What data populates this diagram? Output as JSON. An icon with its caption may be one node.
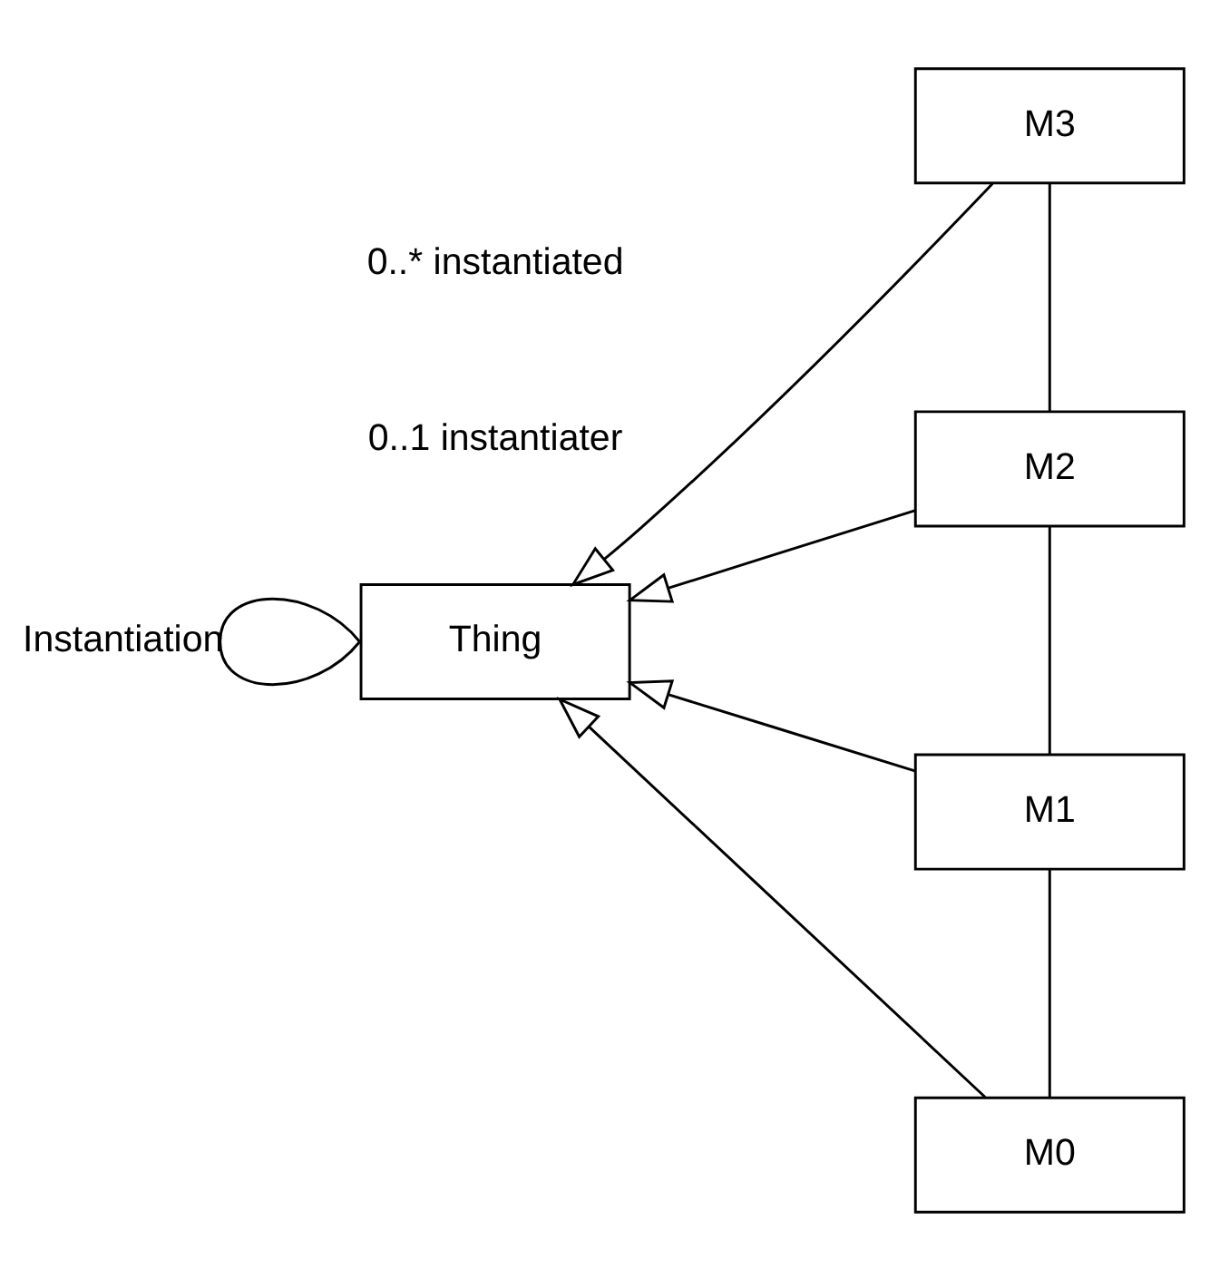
{
  "diagram": {
    "nodes": [
      {
        "text": [
          "Thing"
        ]
      },
      {
        "text": [
          "M3"
        ]
      },
      {
        "text": [
          "M2"
        ]
      },
      {
        "text": [
          "M1"
        ]
      },
      {
        "text": [
          "M0"
        ]
      }
    ],
    "edges": [
      {
        "from": 0,
        "to": 0,
        "arrow": "none",
        "label": "Instantiation"
      },
      {
        "from": 1,
        "to": 2,
        "arrow": "none"
      },
      {
        "from": 2,
        "to": 3,
        "arrow": "none"
      },
      {
        "from": 3,
        "to": 4,
        "arrow": "none"
      },
      {
        "from": 1,
        "to": 0,
        "arrow": "to"
      },
      {
        "from": 2,
        "to": 0,
        "arrow": "to"
      },
      {
        "from": 3,
        "to": 0,
        "arrow": "to"
      },
      {
        "from": 4,
        "to": 0,
        "arrow": "to"
      }
    ],
    "labels": [
      "0..1 instantiater",
      "0..* instantiated"
    ]
  }
}
